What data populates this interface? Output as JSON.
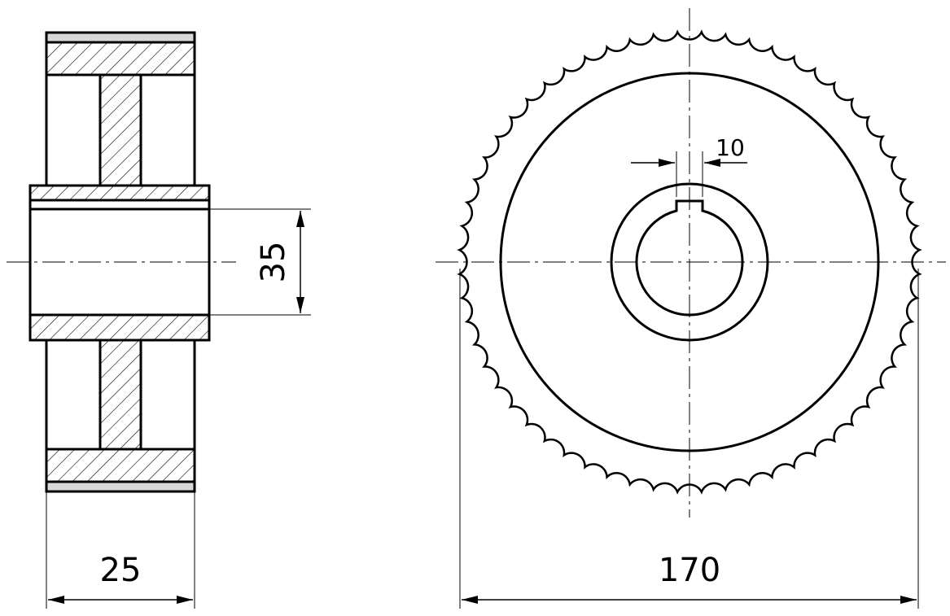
{
  "dimensions": {
    "hub_width": "25",
    "bore_diameter": "35",
    "keyway_width": "10",
    "outer_diameter": "170"
  },
  "gear": {
    "tooth_count": 60
  },
  "colors": {
    "line": "#000000",
    "rim_highlight": "#d8d8d8",
    "background": "#ffffff"
  }
}
